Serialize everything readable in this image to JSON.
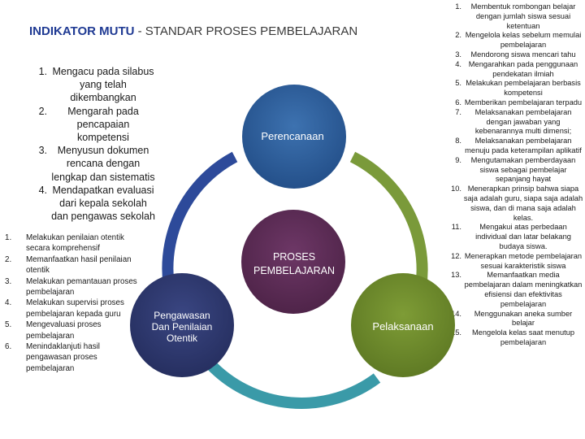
{
  "title": {
    "highlight": "INDIKATOR MUTU",
    "rest": " - STANDAR PROSES PEMBELAJARAN"
  },
  "colors": {
    "title_blue": "#1f3a93",
    "planning_circle": "#2b5a94",
    "center_circle": "#5e2d57",
    "execution_circle": "#6e8b2c",
    "evaluation_circle": "#2d3970",
    "ring_blue": "#2d4a9a",
    "ring_teal": "#3a9aa8",
    "ring_green": "#7a9a3a"
  },
  "diagram": {
    "center": "PROSES\nPEMBELAJARAN",
    "planning": "Perencanaan",
    "execution": "Pelaksanaan",
    "evaluation": "Pengawasan\nDan Penilaian\nOtentik"
  },
  "planning_list": [
    {
      "num": "1.",
      "text": "Mengacu pada silabus yang telah dikembangkan"
    },
    {
      "num": "2.",
      "text": "Mengarah pada pencapaian kompetensi"
    },
    {
      "num": "3.",
      "text": "Menyusun dokumen rencana dengan lengkap dan sistematis"
    },
    {
      "num": "4.",
      "text": "Mendapatkan evaluasi dari kepala sekolah dan pengawas sekolah"
    }
  ],
  "evaluation_list": [
    {
      "num": "1.",
      "text": "Melakukan penilaian otentik secara komprehensif"
    },
    {
      "num": "2.",
      "text": "Memanfaatkan hasil penilaian otentik"
    },
    {
      "num": "3.",
      "text": "Melakukan pemantauan proses pembelajaran"
    },
    {
      "num": "4.",
      "text": "Melakukan supervisi proses pembelajaran kepada guru"
    },
    {
      "num": "5.",
      "text": "Mengevaluasi proses pembelajaran"
    },
    {
      "num": "6.",
      "text": "Menindaklanjuti hasil pengawasan proses pembelajaran"
    }
  ],
  "execution_list": [
    {
      "num": "1.",
      "text": "Membentuk rombongan belajar dengan jumlah siswa sesuai ketentuan"
    },
    {
      "num": "2.",
      "text": "Mengelola kelas sebelum memulai pembelajaran"
    },
    {
      "num": "3.",
      "text": "Mendorong siswa mencari tahu"
    },
    {
      "num": "4.",
      "text": "Mengarahkan pada penggunaan pendekatan ilmiah"
    },
    {
      "num": "5.",
      "text": "Melakukan pembelajaran berbasis kompetensi"
    },
    {
      "num": "6.",
      "text": "Memberikan pembelajaran terpadu"
    },
    {
      "num": "7.",
      "text": "Melaksanakan pembelajaran dengan jawaban yang kebenarannya multi dimensi;"
    },
    {
      "num": "8.",
      "text": "Melaksanakan pembelajaran menuju pada keterampilan aplikatif"
    },
    {
      "num": "9.",
      "text": "Mengutamakan pemberdayaan siswa sebagai pembelajar sepanjang hayat"
    },
    {
      "num": "10.",
      "text": "Menerapkan prinsip bahwa siapa saja adalah guru, siapa saja adalah siswa, dan di mana saja adalah kelas."
    },
    {
      "num": "11.",
      "text": "Mengakui atas perbedaan individual dan latar belakang budaya siswa."
    },
    {
      "num": "12.",
      "text": "Menerapkan metode pembelajaran sesuai karakteristik siswa"
    },
    {
      "num": "13.",
      "text": "Memanfaatkan media pembelajaran dalam meningkatkan efisiensi dan efektivitas pembelajaran"
    },
    {
      "num": "14.",
      "text": "Menggunakan aneka sumber belajar"
    },
    {
      "num": "15.",
      "text": "Mengelola kelas saat menutup pembelajaran"
    }
  ]
}
